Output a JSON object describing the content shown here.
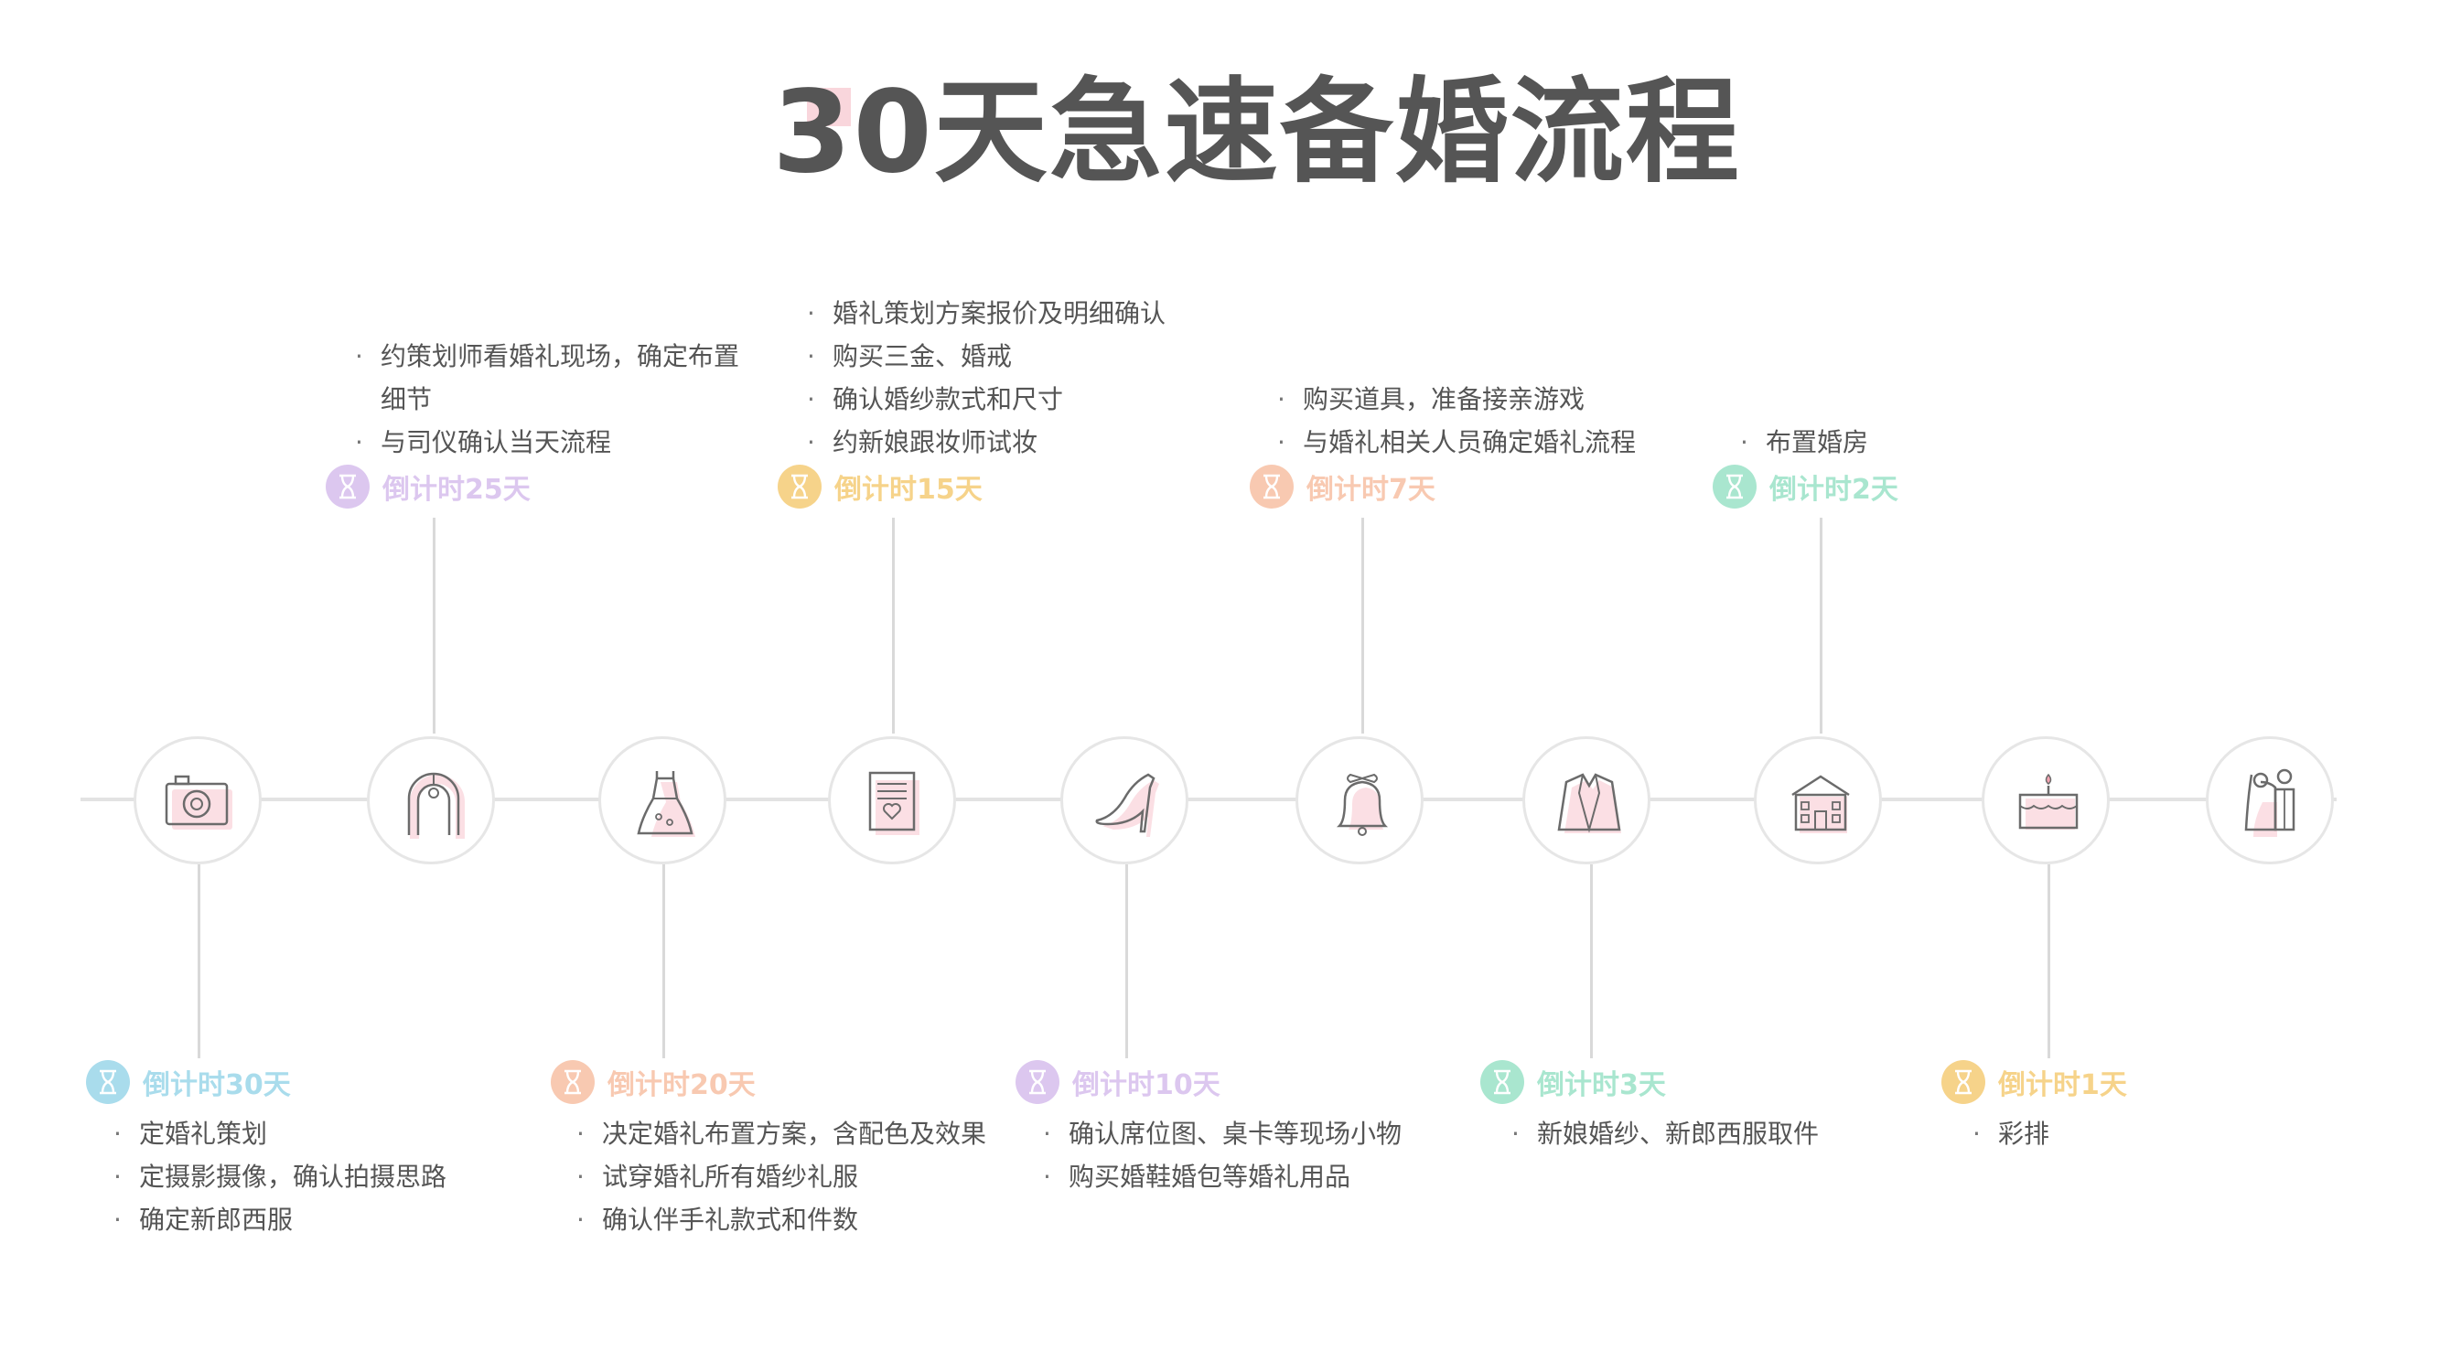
{
  "title": "30天急速备婚流程",
  "colors": {
    "blue": "#a9dcec",
    "purple": "#dcc7ef",
    "salmon": "#f8c9b1",
    "yellow": "#f6d38a",
    "mint": "#a9e6cf",
    "pink_fill": "#fbdfe4",
    "icon_stroke": "#6b6b6b"
  },
  "steps": [
    {
      "label": "倒计时30天",
      "icon": "camera-icon",
      "color": "#a9dcec",
      "items": [
        "定婚礼策划",
        "定摄影摄像，确认拍摄思路",
        "确定新郎西服"
      ]
    },
    {
      "label": "倒计时25天",
      "icon": "wedding-arch-icon",
      "color": "#dcc7ef",
      "items": [
        "约策划师看婚礼现场，确定布置",
        "细节",
        "与司仪确认当天流程"
      ]
    },
    {
      "label": "倒计时20天",
      "icon": "wedding-dress-icon",
      "color": "#f8c9b1",
      "items": [
        "决定婚礼布置方案，含配色及效果",
        "试穿婚礼所有婚纱礼服",
        "确认伴手礼款式和件数"
      ]
    },
    {
      "label": "倒计时15天",
      "icon": "invitation-icon",
      "color": "#f6d38a",
      "items": [
        "婚礼策划方案报价及明细确认",
        "购买三金、婚戒",
        "确认婚纱款式和尺寸",
        "约新娘跟妆师试妆"
      ]
    },
    {
      "label": "倒计时10天",
      "icon": "high-heel-icon",
      "color": "#dcc7ef",
      "items": [
        "确认席位图、桌卡等现场小物",
        "购买婚鞋婚包等婚礼用品"
      ]
    },
    {
      "label": "倒计时7天",
      "icon": "bell-icon",
      "color": "#f8c9b1",
      "items": [
        "购买道具，准备接亲游戏",
        "与婚礼相关人员确定婚礼流程"
      ]
    },
    {
      "label": "倒计时3天",
      "icon": "suit-icon",
      "color": "#a9e6cf",
      "items": [
        "新娘婚纱、新郎西服取件"
      ]
    },
    {
      "label": "倒计时2天",
      "icon": "house-icon",
      "color": "#a9e6cf",
      "items": [
        "布置婚房"
      ]
    },
    {
      "label": "倒计时1天",
      "icon": "cake-icon",
      "color": "#f6d38a",
      "items": [
        "彩排"
      ]
    },
    {
      "label": "",
      "icon": "bride-groom-icon",
      "color": "",
      "items": []
    }
  ]
}
